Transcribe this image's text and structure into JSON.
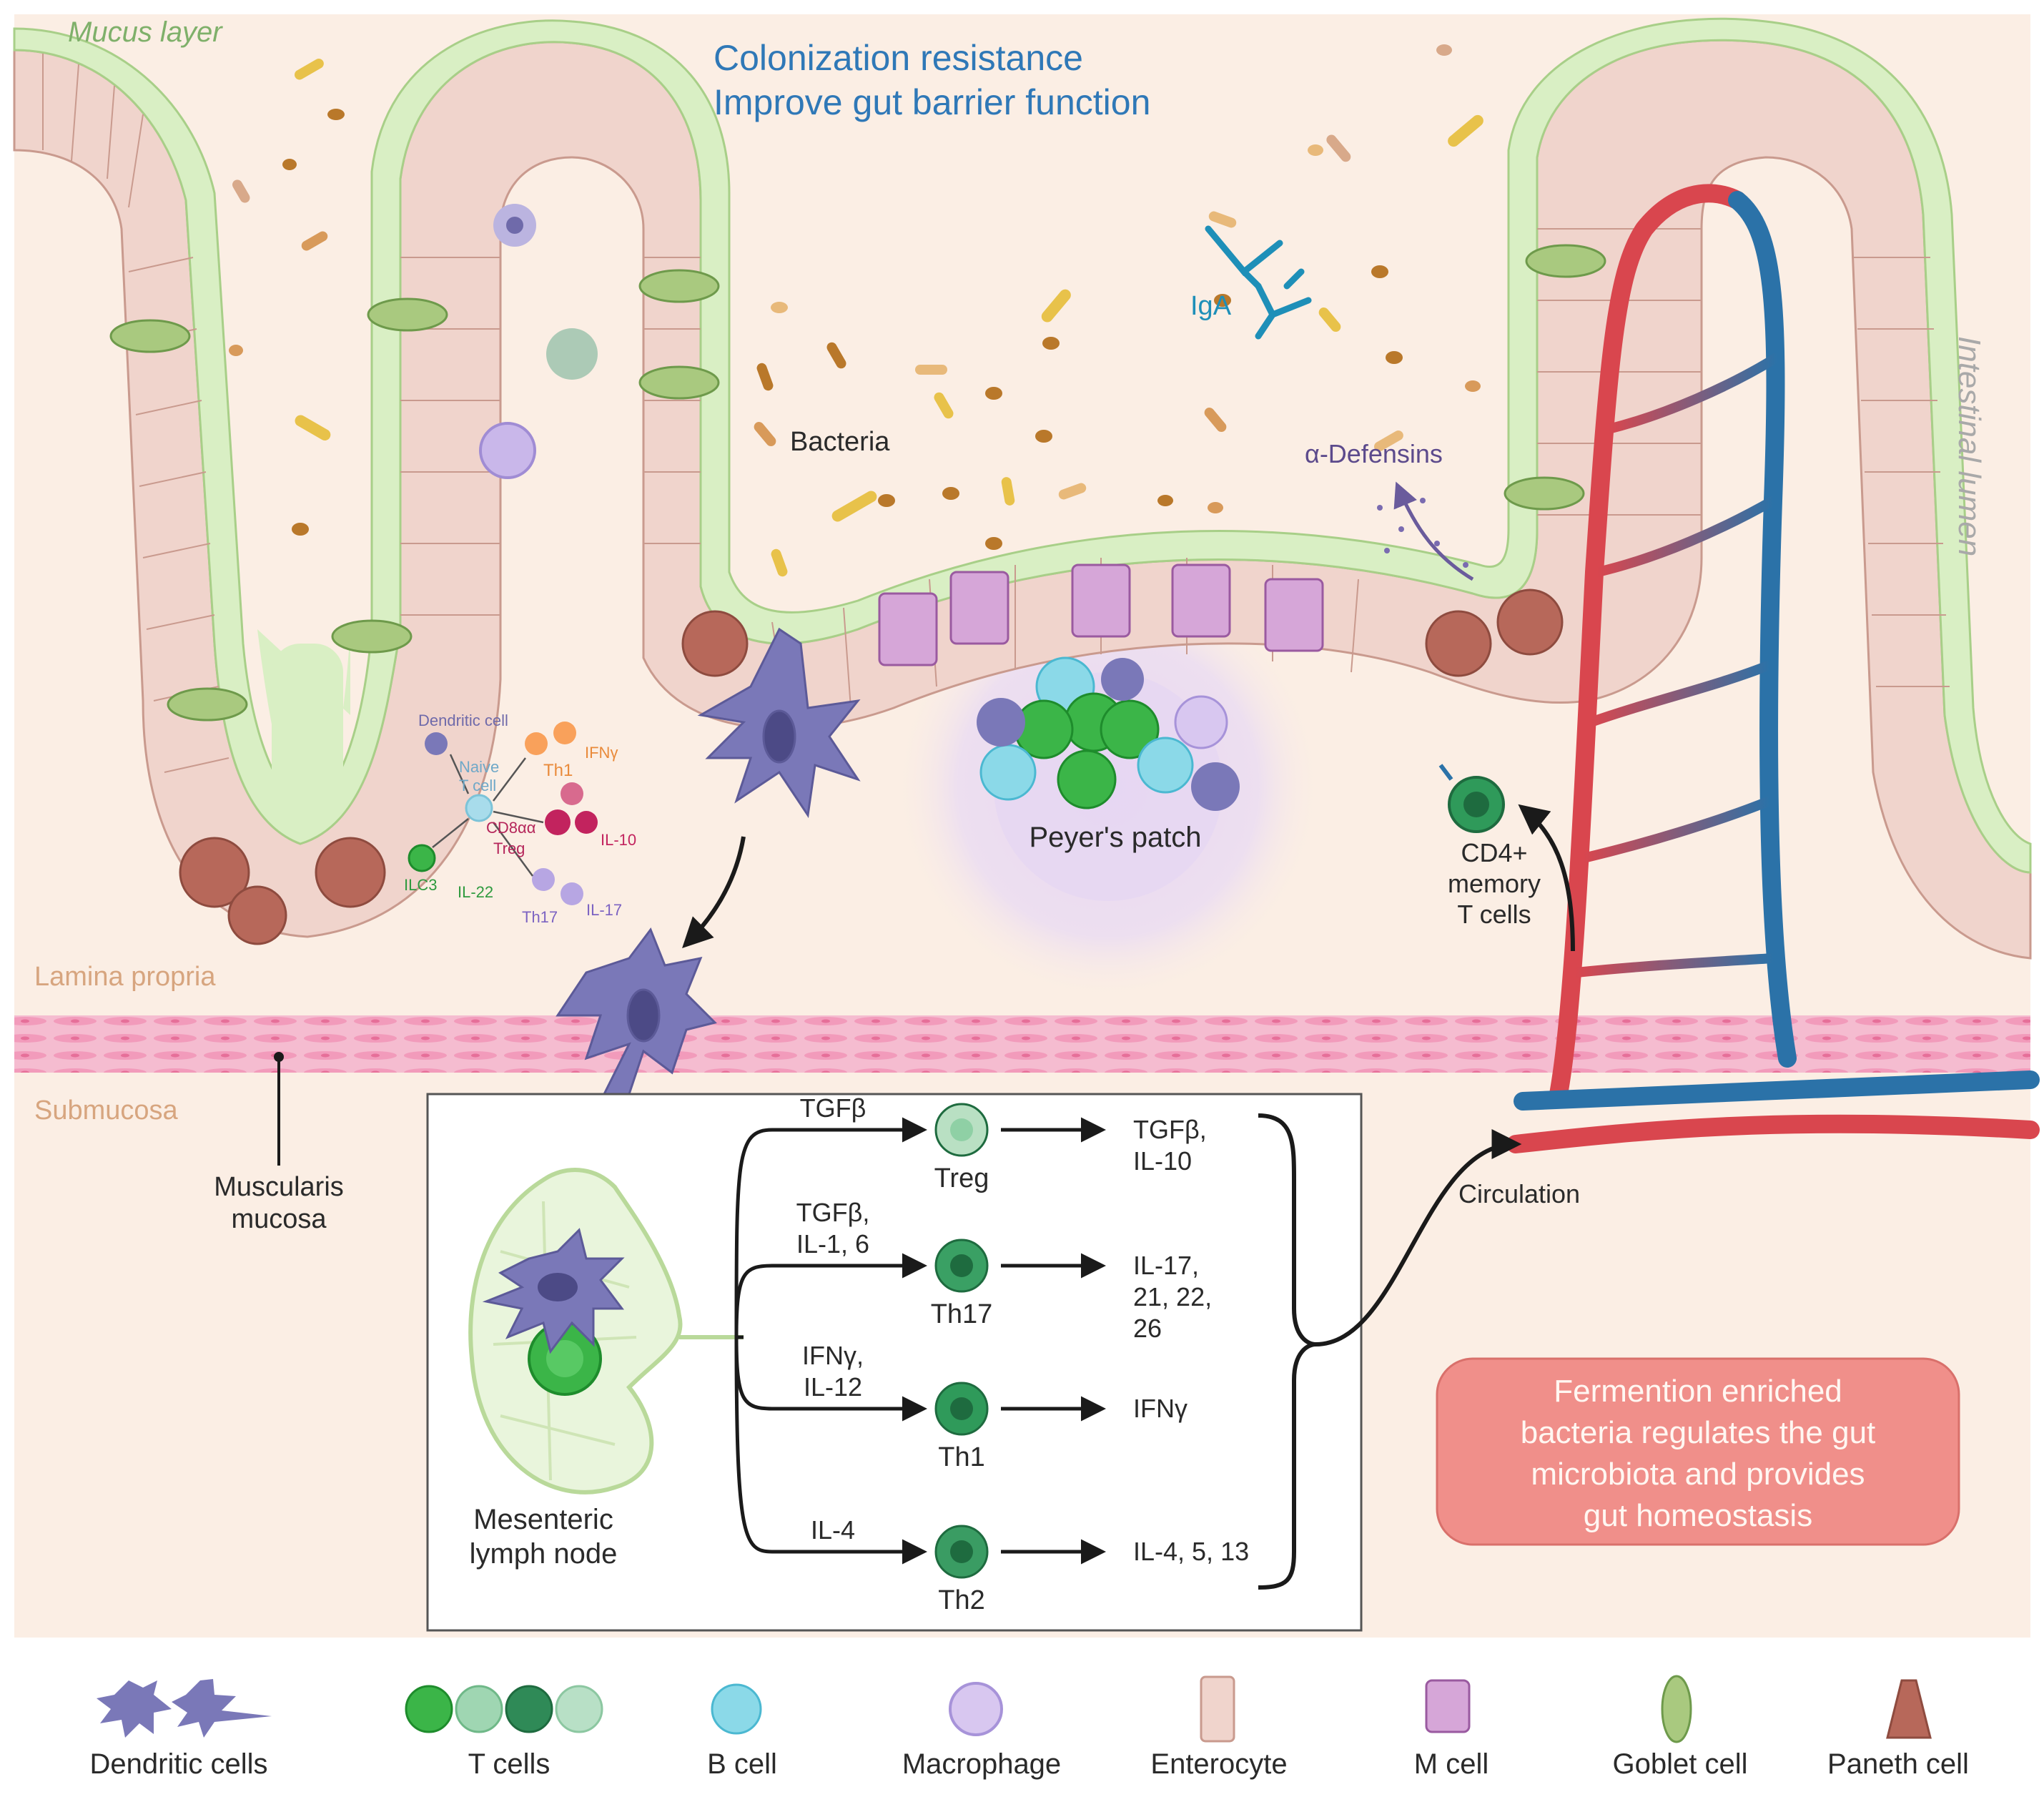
{
  "layers": {
    "mucus": "Mucus layer",
    "lamina": "Lamina propria",
    "submucosa": "Submucosa",
    "lumen": "Intestinal lumen",
    "muscularis": [
      "Muscularis",
      "mucosa"
    ]
  },
  "headline": [
    "Colonization resistance",
    "Improve gut barrier function"
  ],
  "labels": {
    "bacteria": "Bacteria",
    "iga": "IgA",
    "defensins": "α-Defensins",
    "peyers": "Peyer's patch",
    "cd4": [
      "CD4+",
      "memory",
      "T cells"
    ],
    "circulation": "Circulation",
    "lymph": [
      "Mesenteric",
      "lymph node"
    ]
  },
  "crypt_inset": {
    "dendritic": "Dendritic cell",
    "naive": [
      "Naive",
      "T cell"
    ],
    "th1": "Th1",
    "ifng": "IFNγ",
    "cd8": [
      "CD8αα",
      "Treg"
    ],
    "il10": "IL-10",
    "ilc3": "ILC3",
    "il22": "IL-22",
    "th17": "Th17",
    "il17": "IL-17"
  },
  "differentiation": [
    {
      "signal": [
        "TGFβ"
      ],
      "cell": "Treg",
      "products": [
        "TGFβ,",
        "IL-10"
      ],
      "color": "#b9e0c3"
    },
    {
      "signal": [
        "TGFβ,",
        "IL-1, 6"
      ],
      "cell": "Th17",
      "products": [
        "IL-17,",
        "21, 22,",
        "26"
      ],
      "color": "#3aa064"
    },
    {
      "signal": [
        "IFNγ,",
        "IL-12"
      ],
      "cell": "Th1",
      "products": [
        "IFNγ"
      ],
      "color": "#2f9a5a"
    },
    {
      "signal": [
        "IL-4"
      ],
      "cell": "Th2",
      "products": [
        "IL-4, 5, 13"
      ],
      "color": "#3a9c63"
    }
  ],
  "callout": [
    "Fermention enriched",
    "bacteria regulates the gut",
    "microbiota and  provides",
    "gut homeostasis"
  ],
  "legend": [
    {
      "label": "Dendritic cells",
      "icon": "dendritic-cell-icon"
    },
    {
      "label": "T cells",
      "icon": "t-cells-icon"
    },
    {
      "label": "B cell",
      "icon": "b-cell-icon"
    },
    {
      "label": "Macrophage",
      "icon": "macrophage-icon"
    },
    {
      "label": "Enterocyte",
      "icon": "enterocyte-icon"
    },
    {
      "label": "M cell",
      "icon": "m-cell-icon"
    },
    {
      "label": "Goblet cell",
      "icon": "goblet-cell-icon"
    },
    {
      "label": "Paneth cell",
      "icon": "paneth-cell-icon"
    }
  ],
  "colors": {
    "tissue": "#fbeee4",
    "mucus": "#d9efc4",
    "epithelium": "#f0d4cc",
    "dendritic": "#7a78b8",
    "artery": "#d9464e",
    "vein": "#2b72a8",
    "callout": "#f08f8a",
    "headline": "#2f78b7"
  }
}
